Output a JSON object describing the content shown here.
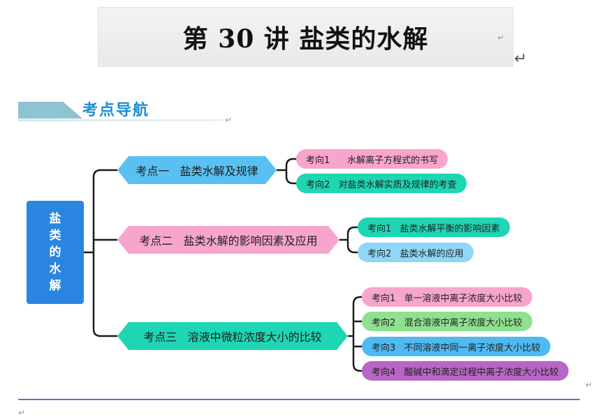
{
  "page": {
    "title": "第 30 讲  盐类的水解",
    "section_title": "考点导航",
    "paragraph_mark": "↵",
    "return_mark": "↵"
  },
  "mindmap": {
    "root": "盐类的水解",
    "topics": [
      {
        "label": "考点一   盐类水解及规律",
        "color": "#5ac0f2",
        "children": [
          {
            "label": "考向1      水解离子方程式的书写",
            "color": "#f7a5cd"
          },
          {
            "label": "考向2   对盐类水解实质及规律的考查",
            "color": "#1fd6b4"
          }
        ]
      },
      {
        "label": "考点二   盐类水解的影响因素及应用",
        "color": "#f7a5cd",
        "children": [
          {
            "label": "考向1   盐类水解平衡的影响因素",
            "color": "#1fd6b4"
          },
          {
            "label": "考向2   盐类水解的应用",
            "color": "#8fd6f7"
          }
        ]
      },
      {
        "label": "考点三   溶液中微粒浓度大小的比较",
        "color": "#1fd6b4",
        "children": [
          {
            "label": "考向1   单一溶液中离子浓度大小比较",
            "color": "#f7a5cd"
          },
          {
            "label": "考向2   混合溶液中离子浓度大小比较",
            "color": "#8fe08f"
          },
          {
            "label": "考向3   不同溶液中同一离子浓度大小比较",
            "color": "#4fb9f2"
          },
          {
            "label": "考向4   酸碱中和滴定过程中离子浓度大小比较",
            "color": "#b866c6"
          }
        ]
      }
    ]
  }
}
